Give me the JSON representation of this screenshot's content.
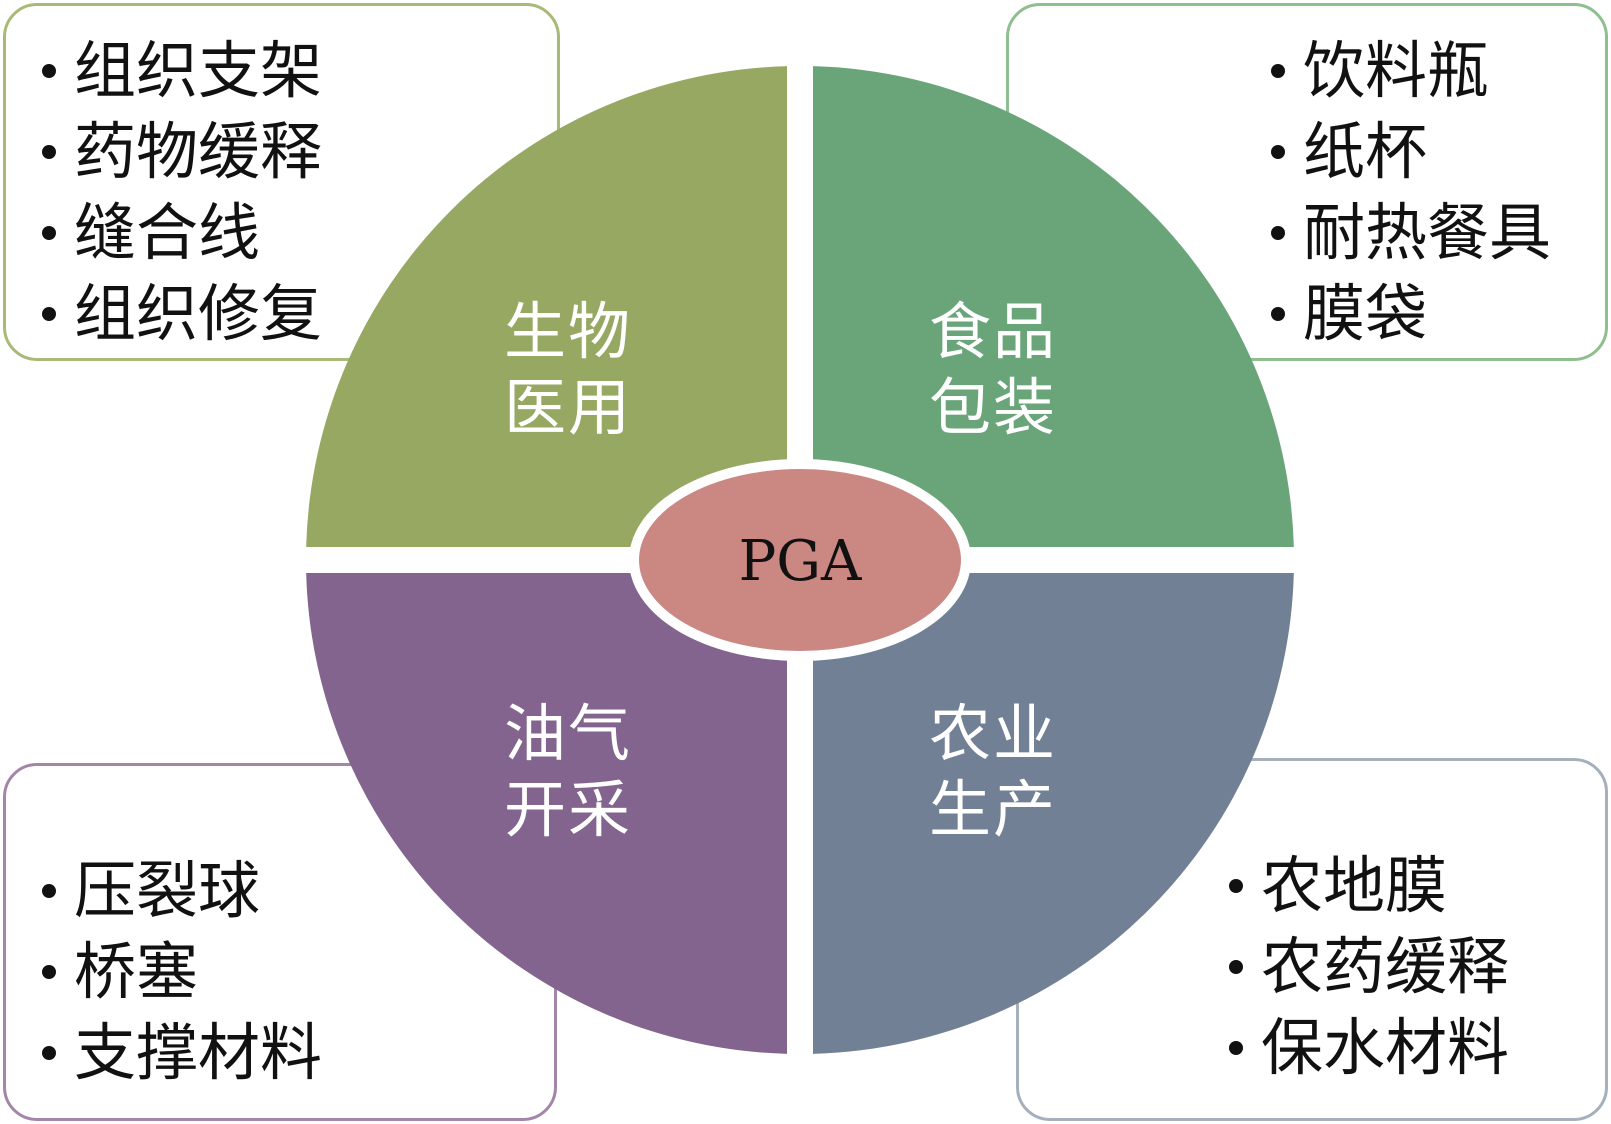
{
  "center": {
    "label": "PGA",
    "color": "#cb8883"
  },
  "quadrants": [
    {
      "id": "bio",
      "label_lines": [
        "生物",
        "医用"
      ],
      "color": "#97a862",
      "items": [
        "组织支架",
        "药物缓释",
        "缝合线",
        "组织修复"
      ],
      "border_color": "#a9b978"
    },
    {
      "id": "food",
      "label_lines": [
        "食品",
        "包装"
      ],
      "color": "#6aa57a",
      "items": [
        "饮料瓶",
        "纸杯",
        "耐热餐具",
        "膜袋"
      ],
      "border_color": "#8fbf8f"
    },
    {
      "id": "oil",
      "label_lines": [
        "油气",
        "开采"
      ],
      "color": "#82648e",
      "items": [
        "压裂球",
        "桥塞",
        "支撑材料"
      ],
      "border_color": "#a486a8"
    },
    {
      "id": "agri",
      "label_lines": [
        "农业",
        "生产"
      ],
      "color": "#718095",
      "items": [
        "农地膜",
        "农药缓释",
        "保水材料"
      ],
      "border_color": "#a5b0bd"
    }
  ]
}
